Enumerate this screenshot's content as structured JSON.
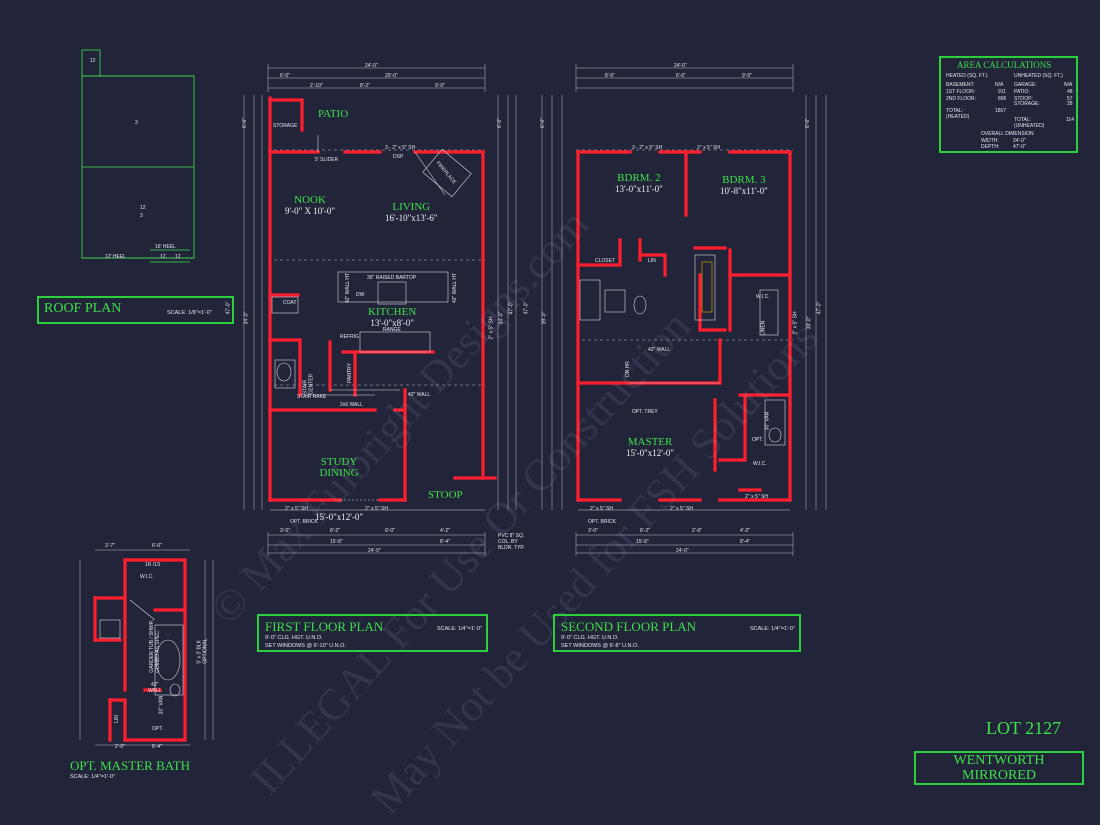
{
  "watermark": {
    "line1": "© Max Fulbright Designs.com",
    "line2": "ILLEGAL For Use Or Construction",
    "line3": "May Not be Used for FSH Solutions"
  },
  "roof_plan": {
    "title": "ROOF PLAN",
    "scale": "SCALE: 1/8\"=1'-0\"",
    "labels": [
      "12",
      "3",
      "12",
      "3",
      "16' HEEL",
      "12' HEEL",
      "12",
      "12"
    ]
  },
  "first_floor": {
    "title": "FIRST FLOOR PLAN",
    "scale": "SCALE: 1/4\"=1'-0\"",
    "note1": "9'-0\" CLG. HGT. U.N.O.",
    "note2": "SET WINDOWS @ 6'-10\" U.N.O.",
    "rooms": [
      {
        "name": "PATIO",
        "dims": ""
      },
      {
        "name": "NOOK",
        "dims": "9'-0\" X 10'-0\""
      },
      {
        "name": "LIVING",
        "dims": "16'-10\"x13'-6\""
      },
      {
        "name": "KITCHEN",
        "dims": "13'-0\"x8'-0\""
      },
      {
        "name": "STUDY\nDINING",
        "dims": "15'-0\"x12'-0\""
      },
      {
        "name": "STOOP",
        "dims": ""
      }
    ],
    "labels": {
      "storage": "STORAGE",
      "slider": "5' SLIDER",
      "dsp": "DSP",
      "raised_bartop": "36\" RAISED BARTOP",
      "wall42a": "42\" WALL HT",
      "wall42b": "42\" WALL HT",
      "dw": "DW",
      "range": "RANGE",
      "refrig": "REFRIG",
      "coat": "COAT",
      "pantry": "PANTRY",
      "stair": "STAIR\nCENTER",
      "stair_rake": "STAIR RAKE",
      "wall2x6": "2x6 WALL",
      "wall42c": "42\" WALL",
      "opt_brick": "OPT. BRICK",
      "pvc": "PVC 8\" SQ.\nCOL. BY\nBLDR. TYP.",
      "sh1": "3 - 2'' x 5'' SH",
      "sh2": "2'' x 5'' SH",
      "sh3": "2'' x 5'' SH",
      "sh4": "2'' x 5'' SH",
      "fireplace": "FIREPLACE"
    },
    "dims_top": [
      "24'-0\"",
      "6'-0\"",
      "20'-0\"",
      "2'-10\"",
      "8'-2\"",
      "9'-0\""
    ],
    "dims_bottom": [
      "3'-0\"",
      "8'-2\"",
      "9'-0\"",
      "4'-2\"",
      "15'-8\"",
      "8'-4\"",
      "24'-0\""
    ],
    "dims_left": [
      "6'-0\"",
      "47'-0\"",
      "34'-0\""
    ],
    "dims_right": [
      "6'-0\"",
      "47'-0\"",
      "34'-0\""
    ]
  },
  "second_floor": {
    "title": "SECOND FLOOR PLAN",
    "scale": "SCALE: 1/4\"=1'-0\"",
    "note1": "9'-0\" CLG. HGT. U.N.O.",
    "note2": "SET WINDOWS @ 6'-8\" U.N.O.",
    "rooms": [
      {
        "name": "BDRM. 2",
        "dims": "13'-0\"x11'-0\""
      },
      {
        "name": "BDRM. 3",
        "dims": "10'-8\"x11'-0\""
      },
      {
        "name": "MASTER",
        "dims": "15'-0\"x12'-0\""
      }
    ],
    "labels": {
      "closet": "CLOSET",
      "lin": "LIN",
      "linen": "LINEN",
      "wic1": "W.I.C.",
      "wic2": "W.I.C.",
      "wall42": "42\" WALL",
      "opt_trey": "OPT. TREY",
      "opt": "OPT.",
      "van": "30\" VAN",
      "brick": "OPT. BRICK",
      "sh1": "3 - 2'' x 5'' SH",
      "sh2": "2'' x 5'' SH",
      "sh3": "2'' x 5'' SH",
      "sh4": "2'' x 5'' SH",
      "sh5": "2'' x 5'' SH",
      "sh6": "2'' x 5'' SH",
      "dnhr": "DN HR"
    },
    "dims_top": [
      "24'-0\"",
      "8'-6\"",
      "6'-6\"",
      "9'-0\""
    ],
    "dims_bottom": [
      "3'-0\"",
      "8'-2\"",
      "2'-9\"",
      "4'-2\"",
      "15'-8\"",
      "8'-4\"",
      "24'-0\""
    ],
    "dims_left": [
      "6'-0\"",
      "47'-0\"",
      "39'-0\""
    ],
    "dims_right": [
      "6'-0\"",
      "47'-0\"",
      "39'-0\""
    ]
  },
  "master_bath": {
    "title": "OPT. MASTER BATH",
    "scale": "SCALE: 1/4\"=1'-0\"",
    "labels": {
      "wic": "W.I.C.",
      "rs": "1R /1S",
      "tub": "GARDEN TUB / SHWR.\nCOMBO AS SPEC.",
      "shwr": "5' x 3' BLK\nOPTIONAL",
      "wall": "42\"\nWALL",
      "van": "30\" VAN",
      "opt": "OPT.",
      "lin": "LIN"
    },
    "dims_top": [
      "3'-7\"",
      "6'-0\""
    ],
    "dims_bottom": [
      "2'-0\"",
      "6'-4\""
    ]
  },
  "area_calculations": {
    "title": "AREA CALCULATIONS",
    "heated_header": "HEATED (SQ. FT.)",
    "unheated_header": "UNHEATED (SQ. FT.)",
    "heated": [
      {
        "label": "BASEMENT:",
        "value": "N/A"
      },
      {
        "label": "1ST FLOOR:",
        "value": "911"
      },
      {
        "label": "2ND FLOOR:",
        "value": "896"
      }
    ],
    "unheated": [
      {
        "label": "GARAGE:",
        "value": "N/A"
      },
      {
        "label": "PATIO:",
        "value": "48"
      },
      {
        "label": "STOOP:",
        "value": "57"
      },
      {
        "label": "STORAGE:",
        "value": "28"
      }
    ],
    "total_heated_label": "TOTAL:",
    "total_heated_value": "1807",
    "total_heated_sub": "(HEATED)",
    "total_unheated_label": "TOTAL:",
    "total_unheated_value": "114",
    "total_unheated_sub": "(UNHEATED)",
    "overall_title": "OVERALL DIMENSION",
    "width_label": "WIDTH:",
    "width_value": "24'-0\"",
    "depth_label": "DEPTH:",
    "depth_value": "47'-0\""
  },
  "lot": "LOT 2127",
  "plan_name_line1": "WENTWORTH",
  "plan_name_line2": "MIRRORED",
  "colors": {
    "background": "#22243a",
    "walls": "#ff1f2e",
    "labels": "#3fe04a",
    "lines": "#c9ccd8"
  }
}
